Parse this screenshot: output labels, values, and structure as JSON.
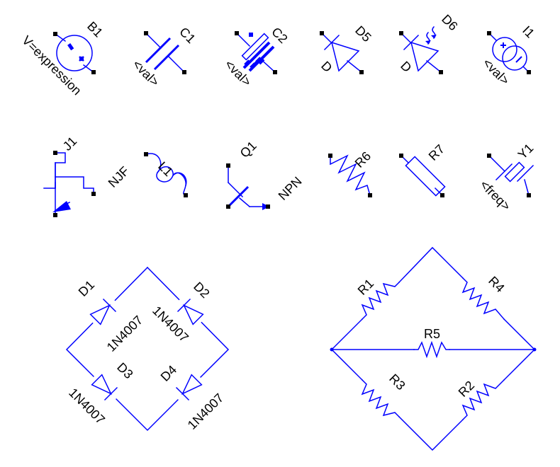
{
  "colors": {
    "wire": "#0000ff",
    "text": "#000000",
    "pin": "#000000",
    "background": "#ffffff"
  },
  "symbols": {
    "b1": {
      "ref": "B1",
      "value": "V=expression",
      "icon": "arbitrary-source-icon"
    },
    "c1": {
      "ref": "C1",
      "value": "<val>",
      "icon": "capacitor-icon"
    },
    "c2": {
      "ref": "C2",
      "value": "<val>",
      "icon": "polarized-capacitor-icon"
    },
    "d5": {
      "ref": "D5",
      "value": "D",
      "icon": "diode-icon"
    },
    "d6": {
      "ref": "D6",
      "value": "D",
      "icon": "photodiode-icon"
    },
    "i1": {
      "ref": "I1",
      "value": "<val>",
      "icon": "current-source-icon"
    },
    "j1": {
      "ref": "J1",
      "value": "NJF",
      "icon": "jfet-icon"
    },
    "l1": {
      "ref": "L1",
      "icon": "inductor-icon"
    },
    "q1": {
      "ref": "Q1",
      "value": "NPN",
      "icon": "npn-transistor-icon"
    },
    "r6": {
      "ref": "R6",
      "icon": "resistor-zigzag-icon"
    },
    "r7": {
      "ref": "R7",
      "icon": "resistor-box-icon"
    },
    "y1": {
      "ref": "Y1",
      "value": "<freq>",
      "icon": "crystal-icon"
    }
  },
  "bridge_rectifier": {
    "d1": {
      "ref": "D1",
      "value": "1N4007"
    },
    "d2": {
      "ref": "D2",
      "value": "1N4007"
    },
    "d3": {
      "ref": "D3",
      "value": "1N4007"
    },
    "d4": {
      "ref": "D4",
      "value": "1N4007"
    }
  },
  "resistor_bridge": {
    "r1": {
      "ref": "R1"
    },
    "r2": {
      "ref": "R2"
    },
    "r3": {
      "ref": "R3"
    },
    "r4": {
      "ref": "R4"
    },
    "r5": {
      "ref": "R5"
    }
  }
}
